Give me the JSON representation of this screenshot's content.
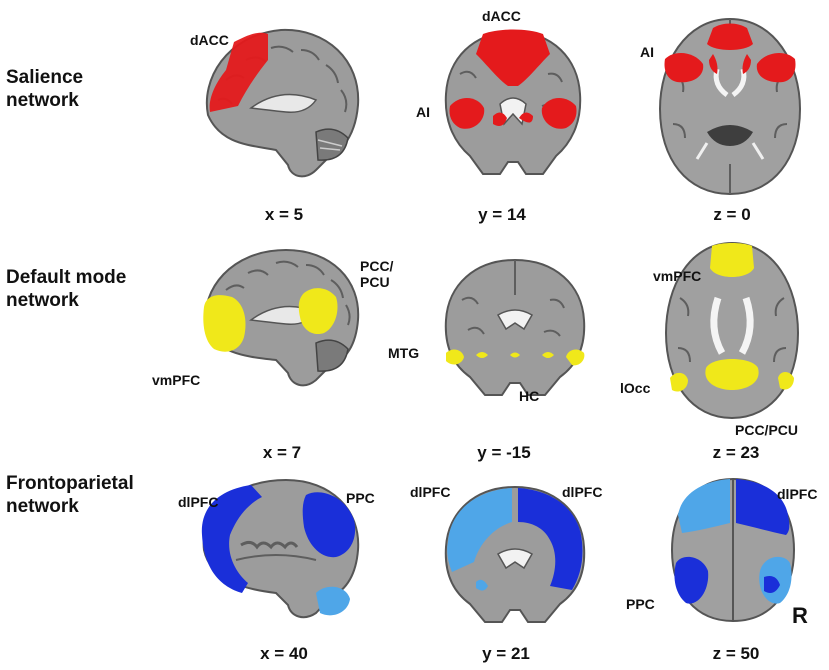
{
  "rows": [
    {
      "title": [
        "Salience",
        "network"
      ],
      "color": "#e41a1c",
      "coords": [
        "x = 5",
        "y = 14",
        "z = 0"
      ],
      "labels": {
        "sagittal": [
          "dACC"
        ],
        "coronal": [
          "dACC",
          "AI"
        ],
        "axial": [
          "AI"
        ]
      }
    },
    {
      "title": [
        "Default mode",
        "network"
      ],
      "color": "#f0e81a",
      "coords": [
        "x = 7",
        "y = -15",
        "z = 23"
      ],
      "labels": {
        "sagittal_top": [
          "PCC/",
          "PCU"
        ],
        "sagittal_bottom": [
          "vmPFC"
        ],
        "coronal_left": [
          "MTG"
        ],
        "coronal_bottom": [
          "HC"
        ],
        "axial_top": [
          "vmPFC"
        ],
        "axial_left": [
          "lOcc"
        ],
        "axial_bottom": [
          "PCC/PCU"
        ]
      }
    },
    {
      "title": [
        "Frontoparietal",
        "network"
      ],
      "colors": [
        "#1a2fd9",
        "#4fa6e8"
      ],
      "coords": [
        "x = 40",
        "y = 21",
        "z = 50"
      ],
      "labels": {
        "sagittal_left": [
          "dlPFC"
        ],
        "sagittal_right": [
          "PPC"
        ],
        "coronal_left": [
          "dlPFC"
        ],
        "coronal_right": [
          "dlPFC"
        ],
        "axial_right": [
          "dlPFC"
        ],
        "axial_left": [
          "PPC"
        ],
        "orientation": "R"
      }
    }
  ]
}
